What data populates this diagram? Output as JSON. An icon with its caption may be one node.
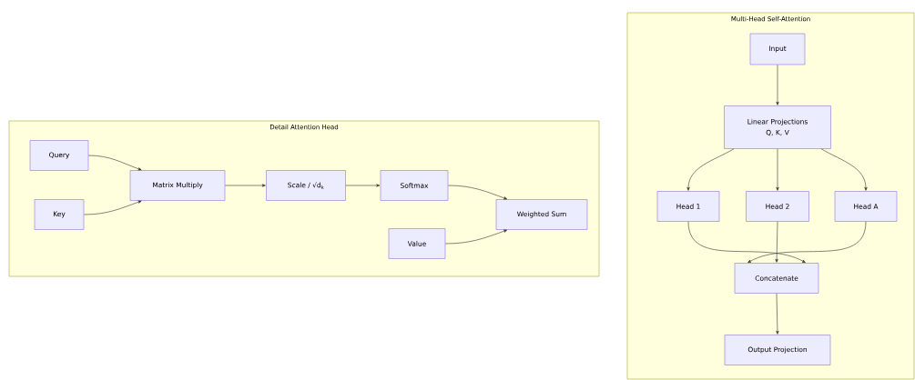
{
  "diagram": {
    "nodes": [
      {
        "text": [
          "Detail Attention Head"
        ]
      },
      {
        "text": [
          "Query"
        ],
        "in": 0
      },
      {
        "text": [
          "Key"
        ],
        "in": 0
      },
      {
        "text": [
          "Matrix Multiply"
        ],
        "in": 0
      },
      {
        "text": [
          "Scale / √d$_{k}$"
        ],
        "in": 0
      },
      {
        "text": [
          "Softmax"
        ],
        "in": 0
      },
      {
        "text": [
          "Weighted Sum"
        ],
        "in": 0
      },
      {
        "text": [
          "Value"
        ],
        "in": 0
      },
      {
        "text": [
          "Multi-Head Self-Attention"
        ]
      },
      {
        "text": [
          "Input"
        ],
        "in": 8
      },
      {
        "text": [
          "Linear Projections Q, K, V"
        ],
        "in": 8
      },
      {
        "text": [
          "Head 1"
        ],
        "in": 8
      },
      {
        "text": [
          "Head 2"
        ],
        "in": 8
      },
      {
        "text": [
          "Head A"
        ],
        "in": 8
      },
      {
        "text": [
          "Concatenate"
        ],
        "in": 8
      },
      {
        "text": [
          "Output Projection"
        ],
        "in": 8
      }
    ],
    "edges": [
      {
        "from": 1,
        "to": 3,
        "arrow": "to"
      },
      {
        "from": 2,
        "to": 3,
        "arrow": "to"
      },
      {
        "from": 3,
        "to": 4,
        "arrow": "to"
      },
      {
        "from": 4,
        "to": 5,
        "arrow": "to"
      },
      {
        "from": 5,
        "to": 6,
        "arrow": "to"
      },
      {
        "from": 7,
        "to": 6,
        "arrow": "to"
      },
      {
        "from": 9,
        "to": 10,
        "arrow": "to"
      },
      {
        "from": 10,
        "to": 11,
        "arrow": "to"
      },
      {
        "from": 10,
        "to": 12,
        "arrow": "to"
      },
      {
        "from": 10,
        "to": 13,
        "arrow": "to"
      },
      {
        "from": 11,
        "to": 14,
        "arrow": "to"
      },
      {
        "from": 12,
        "to": 14,
        "arrow": "to"
      },
      {
        "from": 13,
        "to": 14,
        "arrow": "to"
      },
      {
        "from": 14,
        "to": 15,
        "arrow": "to"
      }
    ]
  }
}
